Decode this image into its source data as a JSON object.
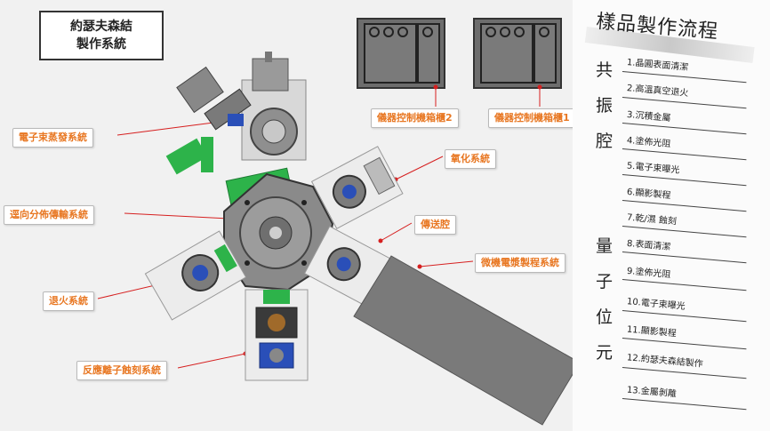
{
  "title": {
    "line1": "約瑟夫森結",
    "line2": "製作系統"
  },
  "callouts": {
    "ebeam": "電子束蒸發系統",
    "transfer": "逕向分佈傳輸系統",
    "anneal": "退火系統",
    "rie": "反應離子蝕刻系統",
    "oxidation": "氧化系統",
    "transfer_chamber": "傳送腔",
    "microwave": "微機電漿製程系統",
    "cabinet2": "儀器控制機箱櫃2",
    "cabinet1": "儀器控制機箱櫃1"
  },
  "process": {
    "title": "樣品製作流程",
    "group1": [
      "共",
      "振",
      "腔"
    ],
    "group2": [
      "量",
      "子",
      "位",
      "元"
    ],
    "steps": [
      "1.晶圓表面清潔",
      "2.高溫真空退火",
      "3.沉積金屬",
      "4.塗佈光阻",
      "5.電子束曝光",
      "6.顯影製程",
      "7.乾/濕 蝕刻",
      "8.表面清潔",
      "9.塗佈光阻",
      "10.電子束曝光",
      "11.顯影製程",
      "12.約瑟夫森結製作",
      "13.金屬剝離"
    ]
  },
  "colors": {
    "accent": "#e87722",
    "leader": "#d62020",
    "frame": "#b0b0b0",
    "green": "#2db34a",
    "blue": "#2a4fb8"
  }
}
